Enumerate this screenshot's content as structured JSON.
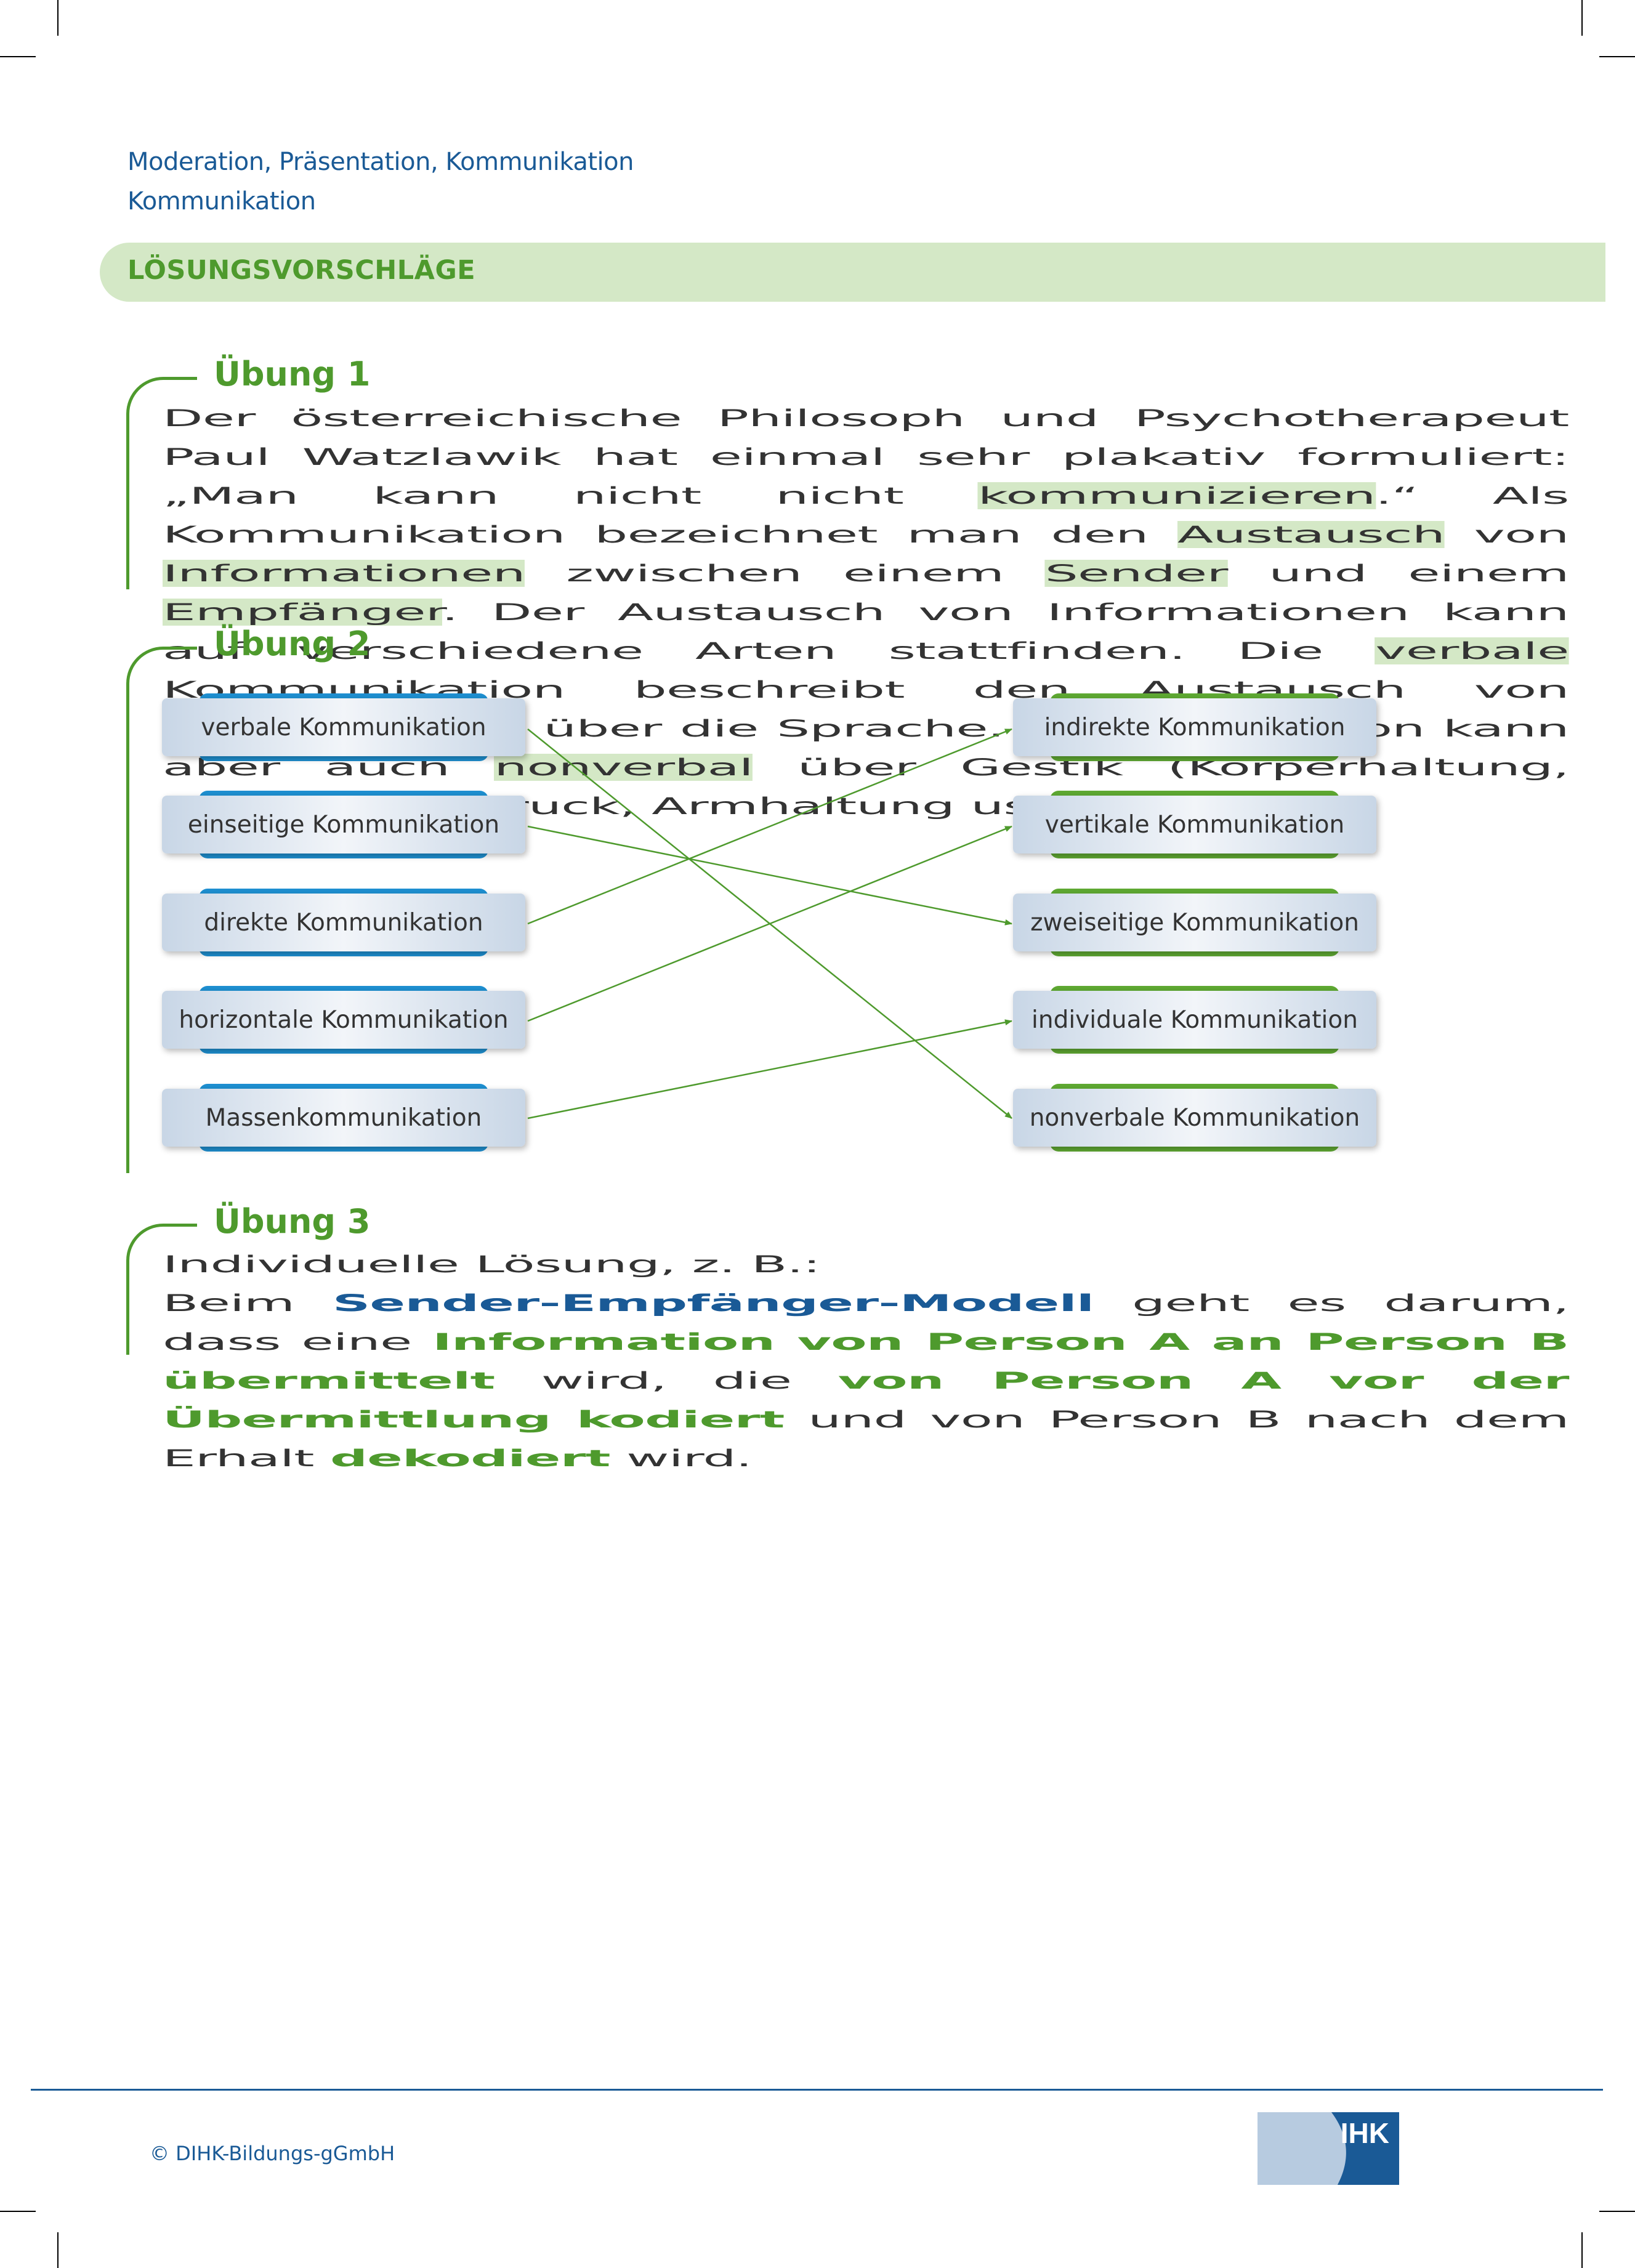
{
  "header": {
    "breadcrumb_1": "Moderation, Präsentation, Kommunikation",
    "breadcrumb_2": "Kommunikation"
  },
  "banner": {
    "title": "LÖSUNGSVORSCHLÄGE"
  },
  "uebung1": {
    "title": "Übung 1",
    "t1": "Der österreichische Philosoph und Psychotherapeut Paul Watzlawik hat einmal sehr plakativ formuliert: „Man kann nicht nicht ",
    "h1": "kommunizieren",
    "t2": ".“ Als Kommunikation bezeichnet man den ",
    "h2": "Austausch",
    "t3": " von ",
    "h3": "Informationen",
    "t4": " zwischen einem ",
    "h4": "Sender",
    "t5": " und einem ",
    "h5": "Empfänger",
    "t6": ". Der Austausch von Informationen kann auf verschiedene Arten stattfinden. Die ",
    "h6": "verbale",
    "t7": " Kommunikation beschreibt den Austausch von Informationen über die Sprache. Kommunikation kann aber auch ",
    "h7": "nonverbal",
    "t8": " über Gestik (Körperhaltung, Gesichtsausdruck, Armhaltung usw.) erfolgen."
  },
  "uebung2": {
    "title": "Übung 2",
    "left": [
      "verbale Kommunikation",
      "einseitige Kommunikation",
      "direkte Kommunikation",
      "horizontale Kommunikation",
      "Massenkommunikation"
    ],
    "right": [
      "indirekte Kommunikation",
      "vertikale Kommunikation",
      "zweiseitige Kommunikation",
      "individuale Kommunikation",
      "nonverbale Kommunikation"
    ],
    "matches": [
      [
        0,
        4
      ],
      [
        1,
        2
      ],
      [
        2,
        0
      ],
      [
        3,
        1
      ],
      [
        4,
        3
      ]
    ]
  },
  "uebung3": {
    "title": "Übung 3",
    "line1": "Individuelle Lösung, z. B.:",
    "t1": "Beim ",
    "b1": "Sender-Empfänger-Modell",
    "t2": " geht es darum, dass eine ",
    "g1": "Information von Person A an Person B übermittelt",
    "t3": " wird, die ",
    "g2": "von Person A vor der Übermittlung kodiert",
    "t4": " und von Person B nach dem Erhalt ",
    "g3": "dekodiert",
    "t5": " wird."
  },
  "footer": {
    "copyright": "© DIHK-Bildungs-gGmbH",
    "logo_text": "IHK"
  },
  "colors": {
    "green": "#4e9a2d",
    "blue": "#1a5a96",
    "highlight": "#d4e8c6"
  }
}
